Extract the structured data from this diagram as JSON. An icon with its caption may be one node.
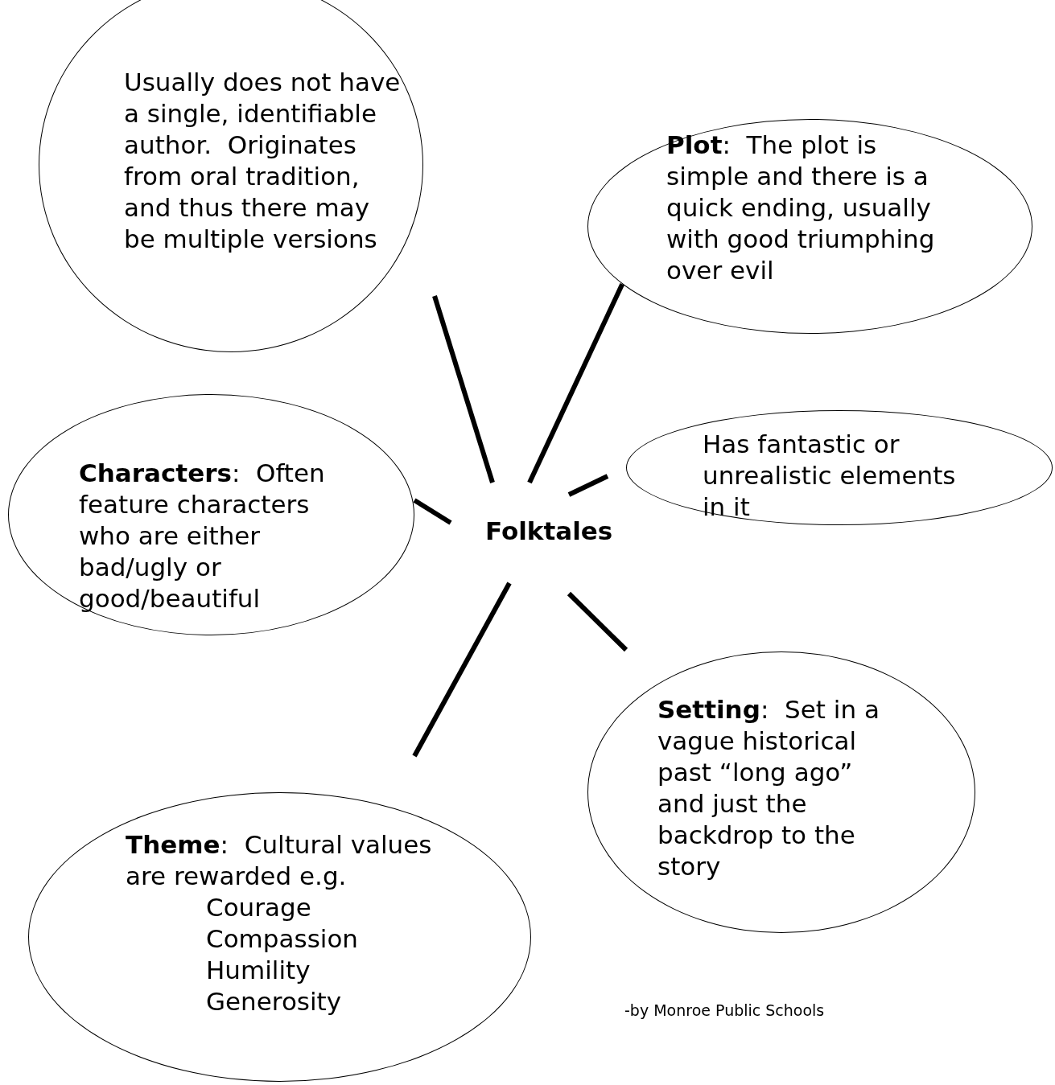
{
  "diagram": {
    "nodes": [
      {
        "text": [
          "Folktales"
        ]
      },
      {
        "text": [
          "Usually does not have a single, identifiable author.  Originates from oral tradition, and thus there may be multiple versions"
        ]
      },
      {
        "text": [
          "**Plot**:  The plot is simple and there is a quick ending, usually with good triumphing over evil"
        ]
      },
      {
        "text": [
          "Has fantastic or unrealistic elements in it"
        ]
      },
      {
        "text": [
          "**Characters**:  Often feature characters who are either bad/ugly or good/beautiful"
        ]
      },
      {
        "text": [
          "**Setting**:  Set in a vague historical past “long ago” and just the backdrop to the story"
        ]
      },
      {
        "text": [
          "**Theme**:  Cultural values are rewarded e.g.",
          "Courage",
          "Compassion",
          "Humility",
          "Generosity"
        ]
      }
    ],
    "edges": [
      {
        "from": 0,
        "to": 1,
        "arrow": "none"
      },
      {
        "from": 0,
        "to": 2,
        "arrow": "none"
      },
      {
        "from": 0,
        "to": 3,
        "arrow": "none"
      },
      {
        "from": 0,
        "to": 4,
        "arrow": "none"
      },
      {
        "from": 0,
        "to": 5,
        "arrow": "none"
      },
      {
        "from": 0,
        "to": 6,
        "arrow": "none"
      }
    ],
    "labels": [
      "-by Monroe Public Schools"
    ]
  }
}
